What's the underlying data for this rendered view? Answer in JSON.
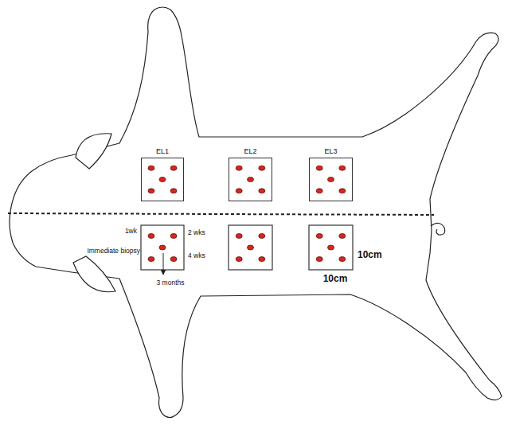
{
  "diagram": {
    "nodes": [
      {
        "text": [
          "EL1"
        ]
      },
      {
        "text": [
          "EL2"
        ]
      },
      {
        "text": [
          "EL3"
        ]
      }
    ],
    "labels": [
      "1wk",
      "2 wks",
      "4 wks",
      "Immediate biopsy",
      "3 months",
      "10cm",
      "10cm"
    ]
  }
}
